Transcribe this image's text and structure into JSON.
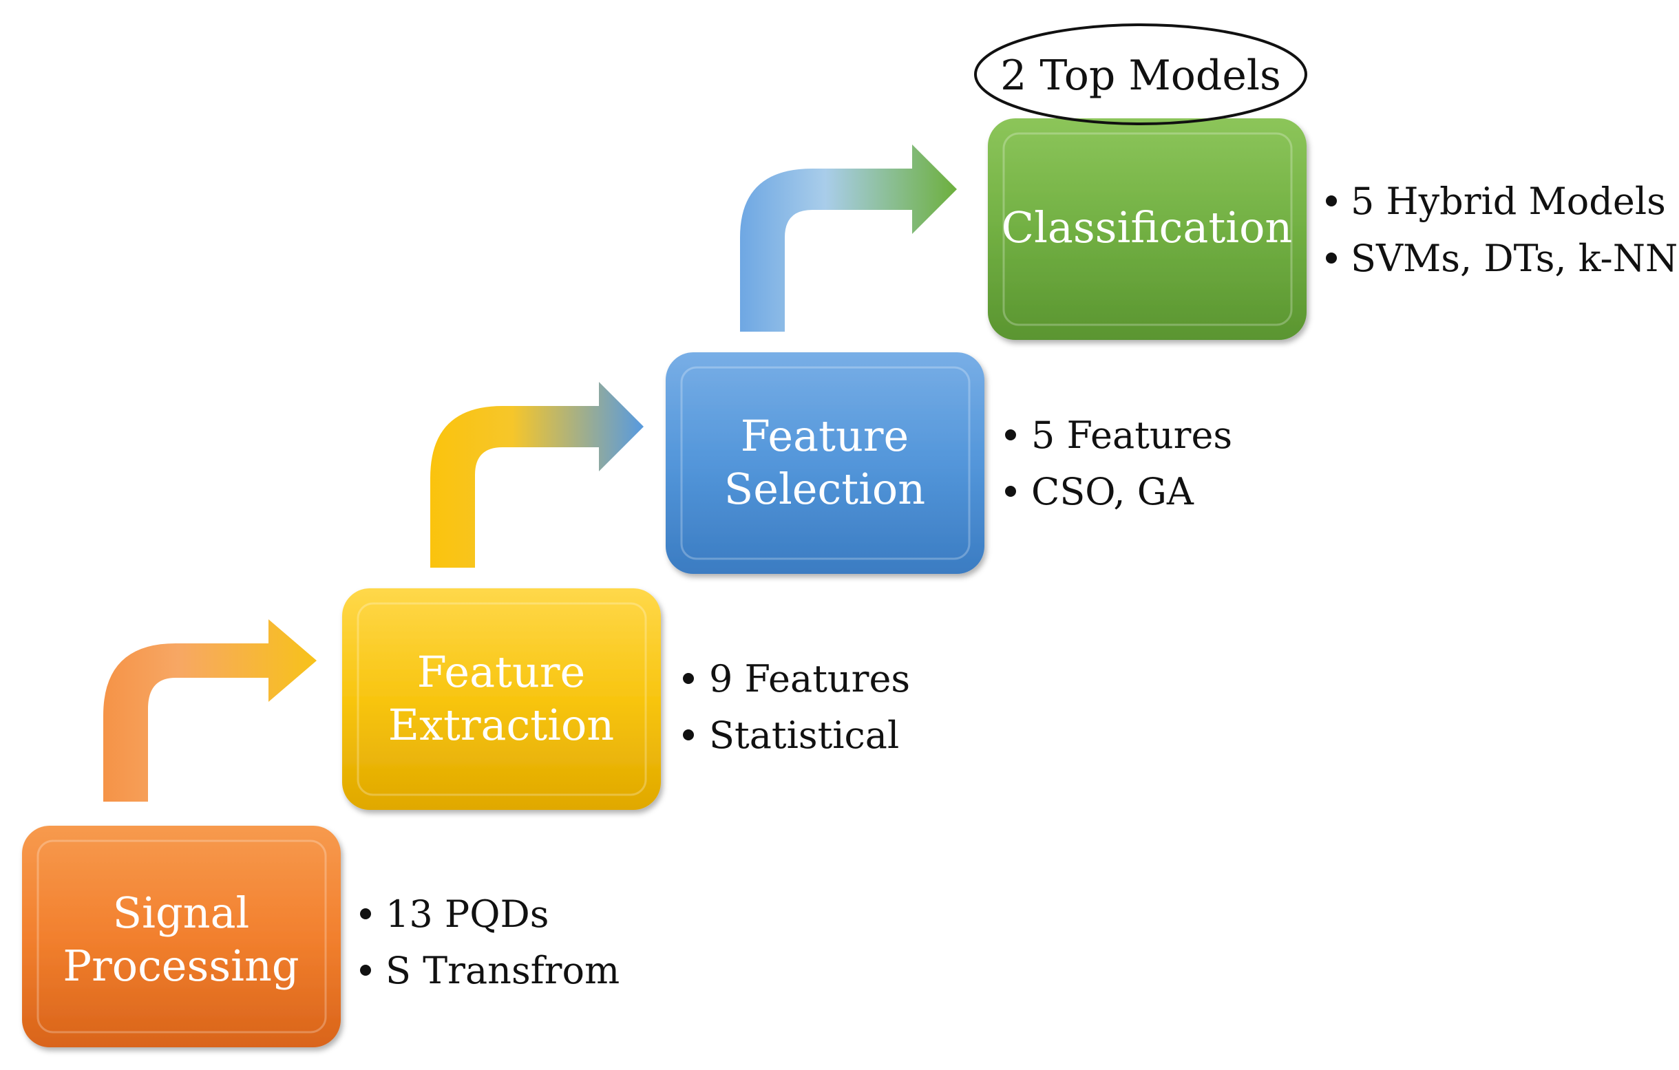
{
  "top_label": "2 Top Models",
  "stages": [
    {
      "lines": [
        "Signal",
        "Processing"
      ],
      "color": "#F08030",
      "bullets": [
        "13 PQDs",
        "S Transfrom"
      ]
    },
    {
      "lines": [
        "Feature",
        "Extraction"
      ],
      "color": "#F5C000",
      "bullets": [
        "9 Features",
        "Statistical"
      ]
    },
    {
      "lines": [
        "Feature",
        "Selection"
      ],
      "color": "#4F94DA",
      "bullets": [
        "5 Features",
        "CSO, GA"
      ]
    },
    {
      "lines": [
        "Classification"
      ],
      "color": "#6FAE3A",
      "bullets": [
        "5 Hybrid Models",
        "SVMs, DTs, k-NN"
      ]
    }
  ]
}
